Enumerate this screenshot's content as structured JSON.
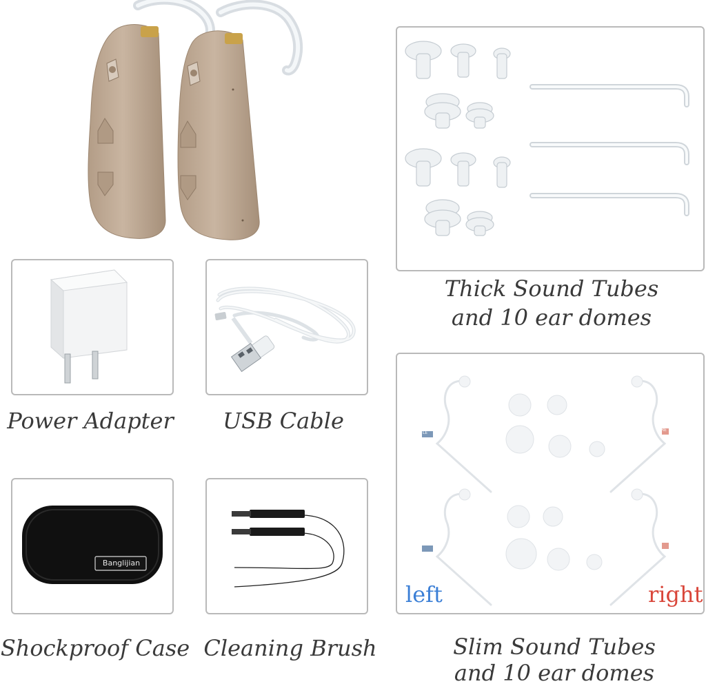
{
  "captions": {
    "power_adapter": "Power Adapter",
    "usb_cable": "USB Cable",
    "shockproof_case": "Shockproof Case",
    "cleaning_brush": "Cleaning Brush",
    "thick_tubes_line1": "Thick Sound Tubes",
    "thick_tubes_line2": "and 10 ear domes",
    "slim_tubes_line1": "Slim Sound Tubes",
    "slim_tubes_line2": "and 10 ear domes"
  },
  "labels": {
    "left": "left",
    "right": "right",
    "case_brand": "Banglijian",
    "tube_mark_left": "LE",
    "tube_mark_right": "RE"
  },
  "colors": {
    "device_body": "#c2ad98",
    "panel_border": "#b9b9b9",
    "caption_text": "#3a3a3a",
    "left_label": "#3b7fd6",
    "right_label": "#d9463a",
    "case_body": "#101010"
  }
}
